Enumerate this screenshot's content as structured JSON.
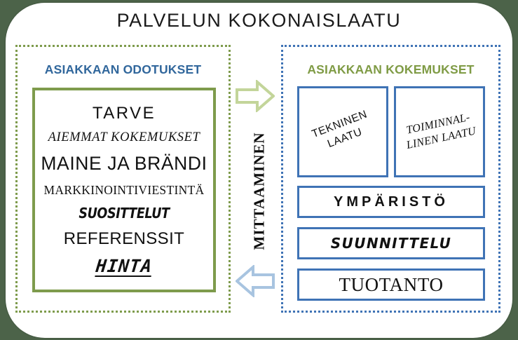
{
  "title": "PALVELUN KOKONAISLAATU",
  "colors": {
    "background": "#4c6349",
    "card": "#ffffff",
    "green_dotted": "#7e9b4c",
    "blue_dotted": "#3f73b5",
    "blue_text": "#31679c",
    "green_text": "#7f9b45",
    "green_solid_border": "#7e9b4c",
    "blue_solid_border": "#3f73b5",
    "arrow_right_outline": "#c3d59a",
    "arrow_left_outline": "#a8c4e0"
  },
  "left_panel": {
    "heading": "ASIAKKAAN ODOTUKSET",
    "items": [
      "TARVE",
      "AIEMMAT KOKEMUKSET",
      "MAINE JA BRÄNDI",
      "MARKKINOINTIVIESTINTÄ",
      "SUOSITTELUT",
      "REFERENSSIT",
      "HINTA"
    ]
  },
  "right_panel": {
    "heading": "ASIAKKAAN KOKEMUKSET",
    "squares": [
      {
        "line1": "TEKNINEN",
        "line2": "LAATU"
      },
      {
        "line1": "TOIMINNAL-",
        "line2": "LINEN LAATU"
      }
    ],
    "bars": [
      "YMPÄRISTÖ",
      "SUUNNITTELU",
      "TUOTANTO"
    ]
  },
  "middle": {
    "label": "MITTAAMINEN",
    "arrow_right_name": "arrow-right-icon",
    "arrow_left_name": "arrow-left-icon"
  }
}
